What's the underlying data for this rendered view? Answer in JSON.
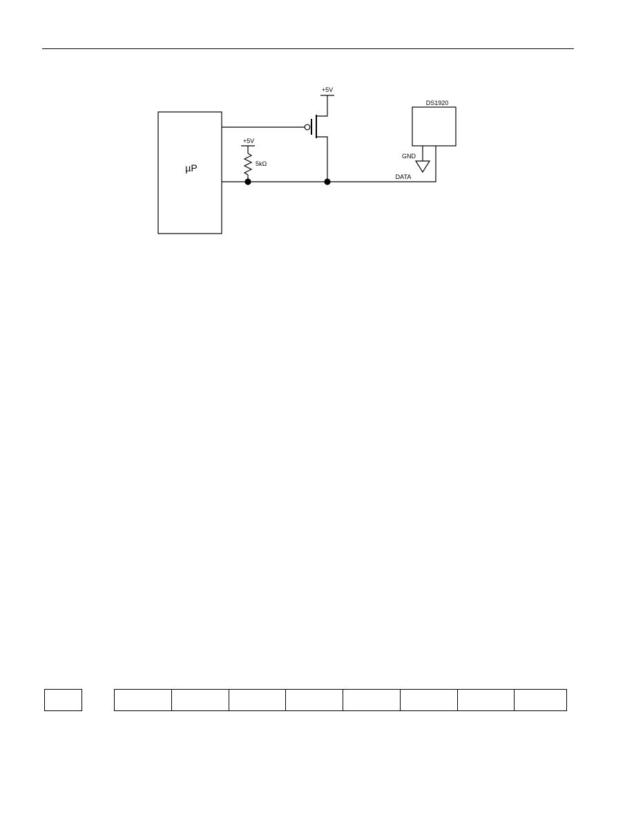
{
  "schematic": {
    "mcu_label": "µP",
    "supply_top_label": "+5V",
    "supply_resistor_label": "+5V",
    "resistor_label": "5kΩ",
    "device_label": "DS1920",
    "gnd_label": "GND",
    "data_label": "DATA"
  },
  "cells": {
    "leading": [
      ""
    ],
    "byte_cells": [
      "",
      "",
      "",
      "",
      "",
      "",
      "",
      ""
    ]
  }
}
